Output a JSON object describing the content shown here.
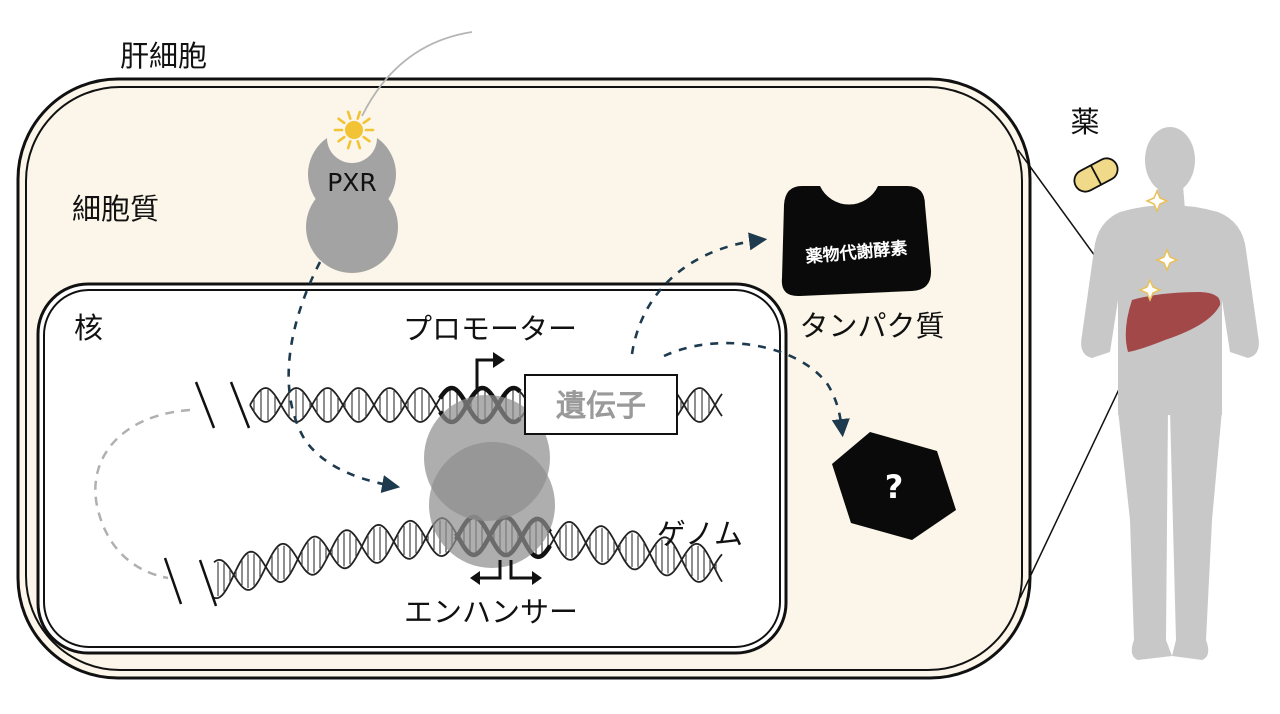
{
  "labels": {
    "hepatocyte": "肝細胞",
    "cytoplasm": "細胞質",
    "nucleus": "核",
    "pxr": "PXR",
    "promoter": "プロモーター",
    "gene": "遺伝子",
    "genome": "ゲノム",
    "enhancer": "エンハンサー",
    "protein": "タンパク質",
    "enzyme": "薬物代謝酵素",
    "unknown": "?",
    "drug": "薬"
  },
  "colors": {
    "cell_fill": "#fbf6e9",
    "outline": "#111111",
    "receptor": "#a3a3a3",
    "complex": "#8f8f8f",
    "human": "#c8c8c8",
    "liver": "#a34848",
    "pill": "#f1d98a",
    "arrow": "#1d3a4e",
    "sun": "#f2c335"
  },
  "icons": [
    "sun-icon",
    "pill-icon",
    "sparkle-icon",
    "transcription-start-arrow-icon",
    "bidirectional-arrow-icon",
    "human-silhouette-icon",
    "liver-icon"
  ]
}
